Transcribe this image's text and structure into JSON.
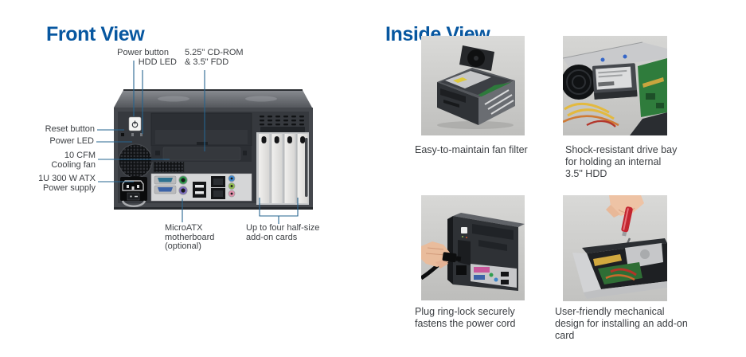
{
  "colors": {
    "accent_blue": "#0757a0",
    "label_text": "#3d4044",
    "leader_line": "#26648f",
    "chassis_dark": "#36393e",
    "io_panel_gray": "#d5d6d7"
  },
  "front_view": {
    "title": "Front View",
    "callouts": {
      "power_button": "Power button",
      "hdd_led": "HDD LED",
      "drive_bays": "5.25\" CD-ROM\n& 3.5\" FDD",
      "reset_button": "Reset button",
      "power_led": "Power LED",
      "cooling_fan": "10 CFM\nCooling fan",
      "power_supply": "1U 300 W ATX\nPower supply",
      "motherboard": "MicroATX\nmotherboard\n(optional)",
      "addon_cards": "Up to four half-size\nadd-on cards"
    }
  },
  "inside_view": {
    "title": "Inside View",
    "items": [
      {
        "id": "fan-filter",
        "caption": "Easy-to-maintain fan filter"
      },
      {
        "id": "drive-bay",
        "caption": "Shock-resistant drive bay\nfor holding an internal\n3.5\" HDD"
      },
      {
        "id": "power-cord",
        "caption": "Plug ring-lock securely\nfastens the power cord"
      },
      {
        "id": "addon-card",
        "caption": "User-friendly mechanical\ndesign for installing an add-on\ncard"
      }
    ]
  }
}
